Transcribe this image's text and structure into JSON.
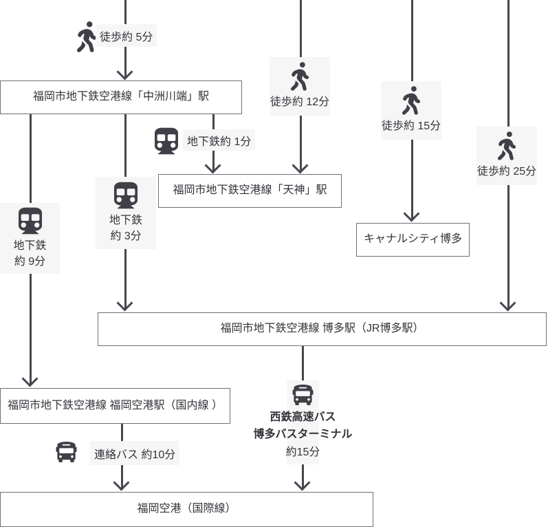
{
  "diagram": {
    "nodes": {
      "nakasukawabata": "福岡市地下鉄空港線「中洲川端」駅",
      "tenjin": "福岡市地下鉄空港線「天神」駅",
      "canal_city": "キャナルシティ博多",
      "hakata": "福岡市地下鉄空港線 博多駅（JR博多駅）",
      "airport_domestic": "福岡市地下鉄空港線 福岡空港駅（国内線 ）",
      "airport_international": "福岡空港（国際線）"
    },
    "labels": {
      "walk5": "徒歩約 5分",
      "walk12": "徒歩約 12分",
      "walk15": "徒歩約 15分",
      "walk25": "徒歩約 25分",
      "subway1": "地下鉄約 1分",
      "subway3_line1": "地下鉄",
      "subway3_line2": "約 3分",
      "subway9_line1": "地下鉄",
      "subway9_line2": "約 9分",
      "shuttle_bus": "連絡バス 約10分",
      "highway_bus_line1": "西鉄高速バス",
      "highway_bus_line2": "博多バスターミナル",
      "highway_bus_line3": "約15分"
    },
    "icons": {
      "walk": "person-walking-icon",
      "train": "subway-train-icon",
      "bus": "bus-icon",
      "arrow": "arrow-down-icon"
    },
    "colors": {
      "line": "#46464e",
      "box_border": "#6e6e76",
      "text": "#33333a",
      "label_bg": "#f6f6f6",
      "node_bg": "#ffffff"
    }
  }
}
